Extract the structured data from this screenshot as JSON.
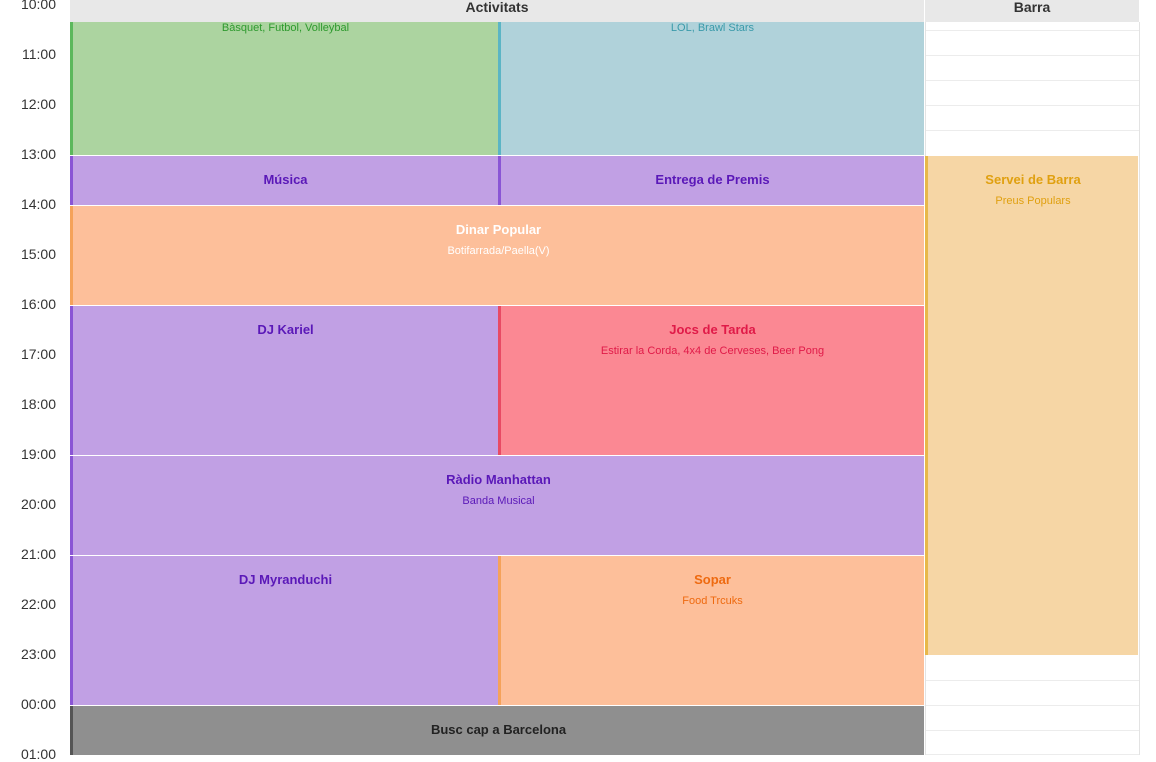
{
  "columns": {
    "activitats": "Activitats",
    "barra": "Barra"
  },
  "times": [
    "10:00",
    "11:00",
    "12:00",
    "13:00",
    "14:00",
    "15:00",
    "16:00",
    "17:00",
    "18:00",
    "19:00",
    "20:00",
    "21:00",
    "22:00",
    "23:00",
    "00:00",
    "01:00"
  ],
  "events": {
    "esports": {
      "subtitle": "Bàsquet, Futbol, Volleybal"
    },
    "videojocs": {
      "subtitle": "LOL, Brawl Stars"
    },
    "musica": {
      "title": "Música"
    },
    "premis": {
      "title": "Entrega de Premis"
    },
    "dinar": {
      "title": "Dinar Popular",
      "subtitle": "Botifarrada/Paella(V)"
    },
    "djkariel": {
      "title": "DJ Kariel"
    },
    "jocs": {
      "title": "Jocs de Tarda",
      "subtitle": "Estirar la Corda, 4x4 de Cerveses, Beer Pong"
    },
    "radio": {
      "title": "Ràdio Manhattan",
      "subtitle": "Banda Musical"
    },
    "djmyranduchi": {
      "title": "DJ Myranduchi"
    },
    "sopar": {
      "title": "Sopar",
      "subtitle": "Food Trcuks"
    },
    "bus": {
      "title": "Busc cap a Barcelona"
    },
    "barra": {
      "title": "Servei de Barra",
      "subtitle": "Preus Populars"
    }
  },
  "colors": {
    "green": "#acd4a0",
    "green_text": "#2e9a2e",
    "green_border": "#5cb85c",
    "blue": "#b0d2da",
    "blue_text": "#3a9aaa",
    "blue_border": "#5bb5c5",
    "purple": "#c1a0e4",
    "purple_text": "#5a18b8",
    "purple_border": "#8a55d5",
    "orange": "#fdbf9a",
    "orange_text": "#ee6a10",
    "orange_border": "#f5a25a",
    "red": "#fb8893",
    "red_text": "#e01a48",
    "red_border": "#e84a64",
    "yellow": "#f6d6a5",
    "yellow_text": "#e0a010",
    "yellow_border": "#e8b84a",
    "grey": "#8f8f8f",
    "grey_text": "#222222",
    "grey_border": "#555555"
  }
}
